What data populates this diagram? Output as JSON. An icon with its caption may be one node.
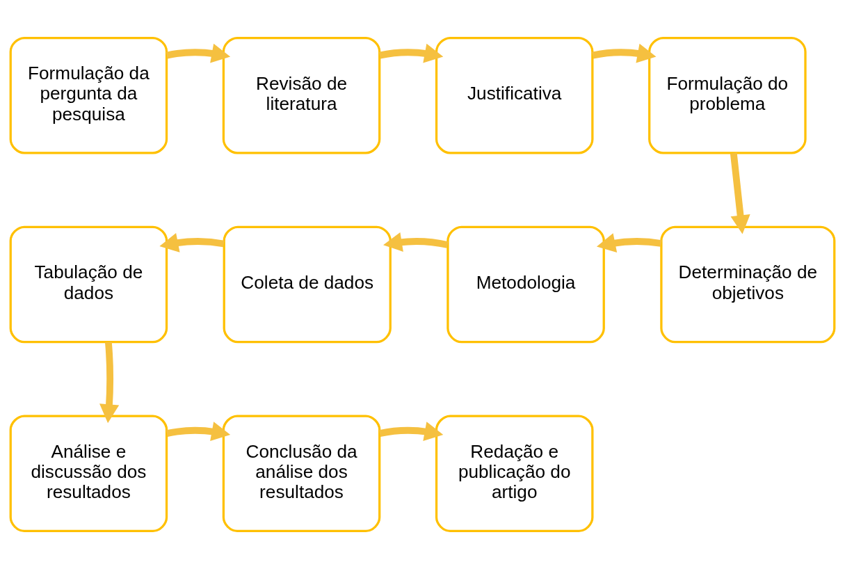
{
  "diagram": {
    "nodes": [
      {
        "text": [
          "Formulação da pergunta da pesquisa"
        ]
      },
      {
        "text": [
          "Revisão de literatura"
        ]
      },
      {
        "text": [
          "Justificativa"
        ]
      },
      {
        "text": [
          "Formulação do problema"
        ]
      },
      {
        "text": [
          "Tabulação de dados"
        ]
      },
      {
        "text": [
          "Coleta de dados"
        ]
      },
      {
        "text": [
          "Metodologia"
        ]
      },
      {
        "text": [
          "Determinação de objetivos"
        ]
      },
      {
        "text": [
          "Análise e discussão dos resultados"
        ]
      },
      {
        "text": [
          "Conclusão da análise dos resultados"
        ]
      },
      {
        "text": [
          "Redação e publicação do artigo"
        ]
      }
    ],
    "edges": [
      {
        "from": 0,
        "to": 1,
        "arrow": "to"
      },
      {
        "from": 1,
        "to": 2,
        "arrow": "to"
      },
      {
        "from": 2,
        "to": 3,
        "arrow": "to"
      },
      {
        "from": 3,
        "to": 7,
        "arrow": "to"
      },
      {
        "from": 7,
        "to": 6,
        "arrow": "to"
      },
      {
        "from": 6,
        "to": 5,
        "arrow": "to"
      },
      {
        "from": 5,
        "to": 4,
        "arrow": "to"
      },
      {
        "from": 4,
        "to": 8,
        "arrow": "to"
      },
      {
        "from": 8,
        "to": 9,
        "arrow": "to"
      },
      {
        "from": 9,
        "to": 10,
        "arrow": "to"
      }
    ]
  }
}
